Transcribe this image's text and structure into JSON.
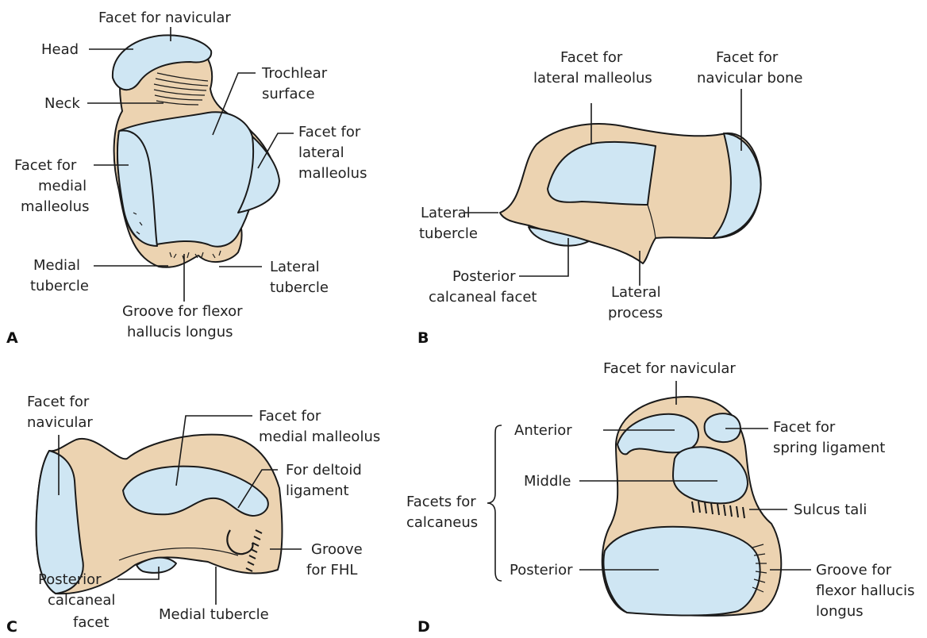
{
  "panels": {
    "A": {
      "letter": "A",
      "labels": {
        "facet_navicular": "Facet for navicular",
        "head": "Head",
        "neck": "Neck",
        "trochlear_1": "Trochlear",
        "trochlear_2": "surface",
        "facet_lateral_1": "Facet for",
        "facet_lateral_2": "lateral",
        "facet_lateral_3": "malleolus",
        "facet_medial_1": "Facet for",
        "facet_medial_2": "medial",
        "facet_medial_3": "malleolus",
        "medial_tubercle_1": "Medial",
        "medial_tubercle_2": "tubercle",
        "lateral_tubercle_1": "Lateral",
        "lateral_tubercle_2": "tubercle",
        "groove_1": "Groove for flexor",
        "groove_2": "hallucis longus"
      }
    },
    "B": {
      "letter": "B",
      "labels": {
        "facet_lateral_1": "Facet for",
        "facet_lateral_2": "lateral malleolus",
        "facet_navicular_1": "Facet for",
        "facet_navicular_2": "navicular bone",
        "lateral_tubercle_1": "Lateral",
        "lateral_tubercle_2": "tubercle",
        "posterior_1": "Posterior",
        "posterior_2": "calcaneal facet",
        "lateral_process_1": "Lateral",
        "lateral_process_2": "process"
      }
    },
    "C": {
      "letter": "C",
      "labels": {
        "facet_navicular_1": "Facet for",
        "facet_navicular_2": "navicular",
        "facet_medial_1": "Facet for",
        "facet_medial_2": "medial malleolus",
        "deltoid_1": "For deltoid",
        "deltoid_2": "ligament",
        "groove_1": "Groove",
        "groove_2": "for FHL",
        "posterior_1": "Posterior",
        "posterior_2": "calcaneal",
        "posterior_3": "facet",
        "medial_tubercle": "Medial tubercle"
      }
    },
    "D": {
      "letter": "D",
      "labels": {
        "facet_navicular": "Facet for navicular",
        "anterior": "Anterior",
        "spring_1": "Facet for",
        "spring_2": "spring ligament",
        "middle": "Middle",
        "facets_calcaneus_1": "Facets for",
        "facets_calcaneus_2": "calcaneus",
        "sulcus_tali": "Sulcus tali",
        "posterior": "Posterior",
        "groove_1": "Groove for",
        "groove_2": "flexor hallucis",
        "groove_3": "longus"
      }
    }
  },
  "colors": {
    "bone": "#ecd3b1",
    "facet": "#cfe6f3",
    "outline": "#1a1a1a"
  }
}
